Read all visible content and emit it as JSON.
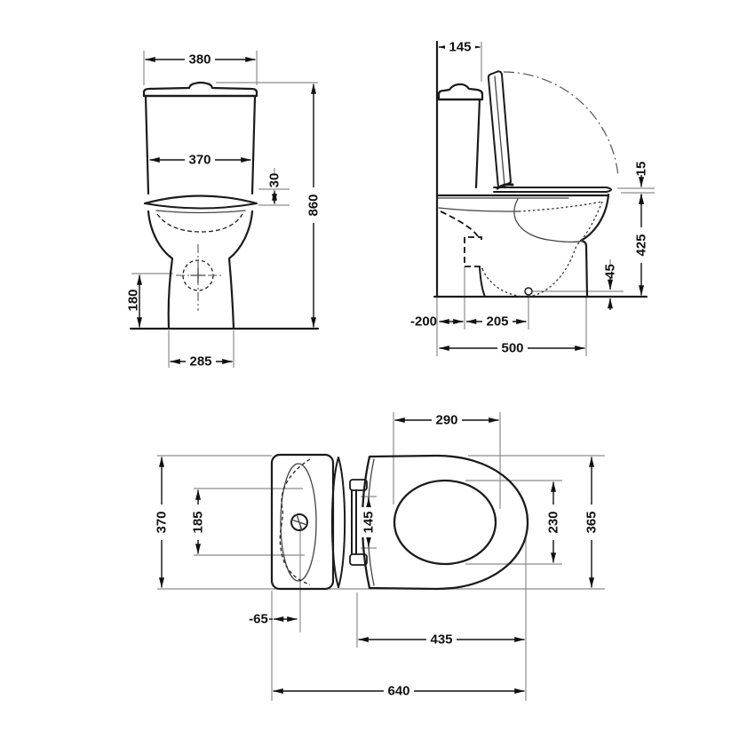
{
  "document": {
    "type": "technical-drawing",
    "subject": "close-coupled toilet dimensional drawing",
    "units": "mm"
  },
  "colors": {
    "background": "#ffffff",
    "outline": "#1b1b1b",
    "dimension": "#111111",
    "extension": "#8c8c8c",
    "centerline": "#555555"
  },
  "views": {
    "front": {
      "label": "front-view",
      "dims": {
        "overall_width": "380",
        "cistern_width": "370",
        "seat_gap": "30",
        "overall_height": "860",
        "trap_centre_height": "180",
        "base_width": "285"
      }
    },
    "side": {
      "label": "side-view",
      "dims": {
        "cistern_depth": "145",
        "seat_thickness": "15",
        "seat_height": "425",
        "outlet_height": "45",
        "setout_back": "-200",
        "inlet_to_outlet": "205",
        "overall_depth": "500"
      }
    },
    "top": {
      "label": "top-view",
      "dims": {
        "opening_length": "290",
        "cistern_width": "370",
        "inlet_span": "185",
        "hinge_centres": "145",
        "opening_width": "230",
        "pan_width": "365",
        "inlet_offset": "-65",
        "pan_length": "435",
        "overall_length": "640"
      }
    }
  }
}
